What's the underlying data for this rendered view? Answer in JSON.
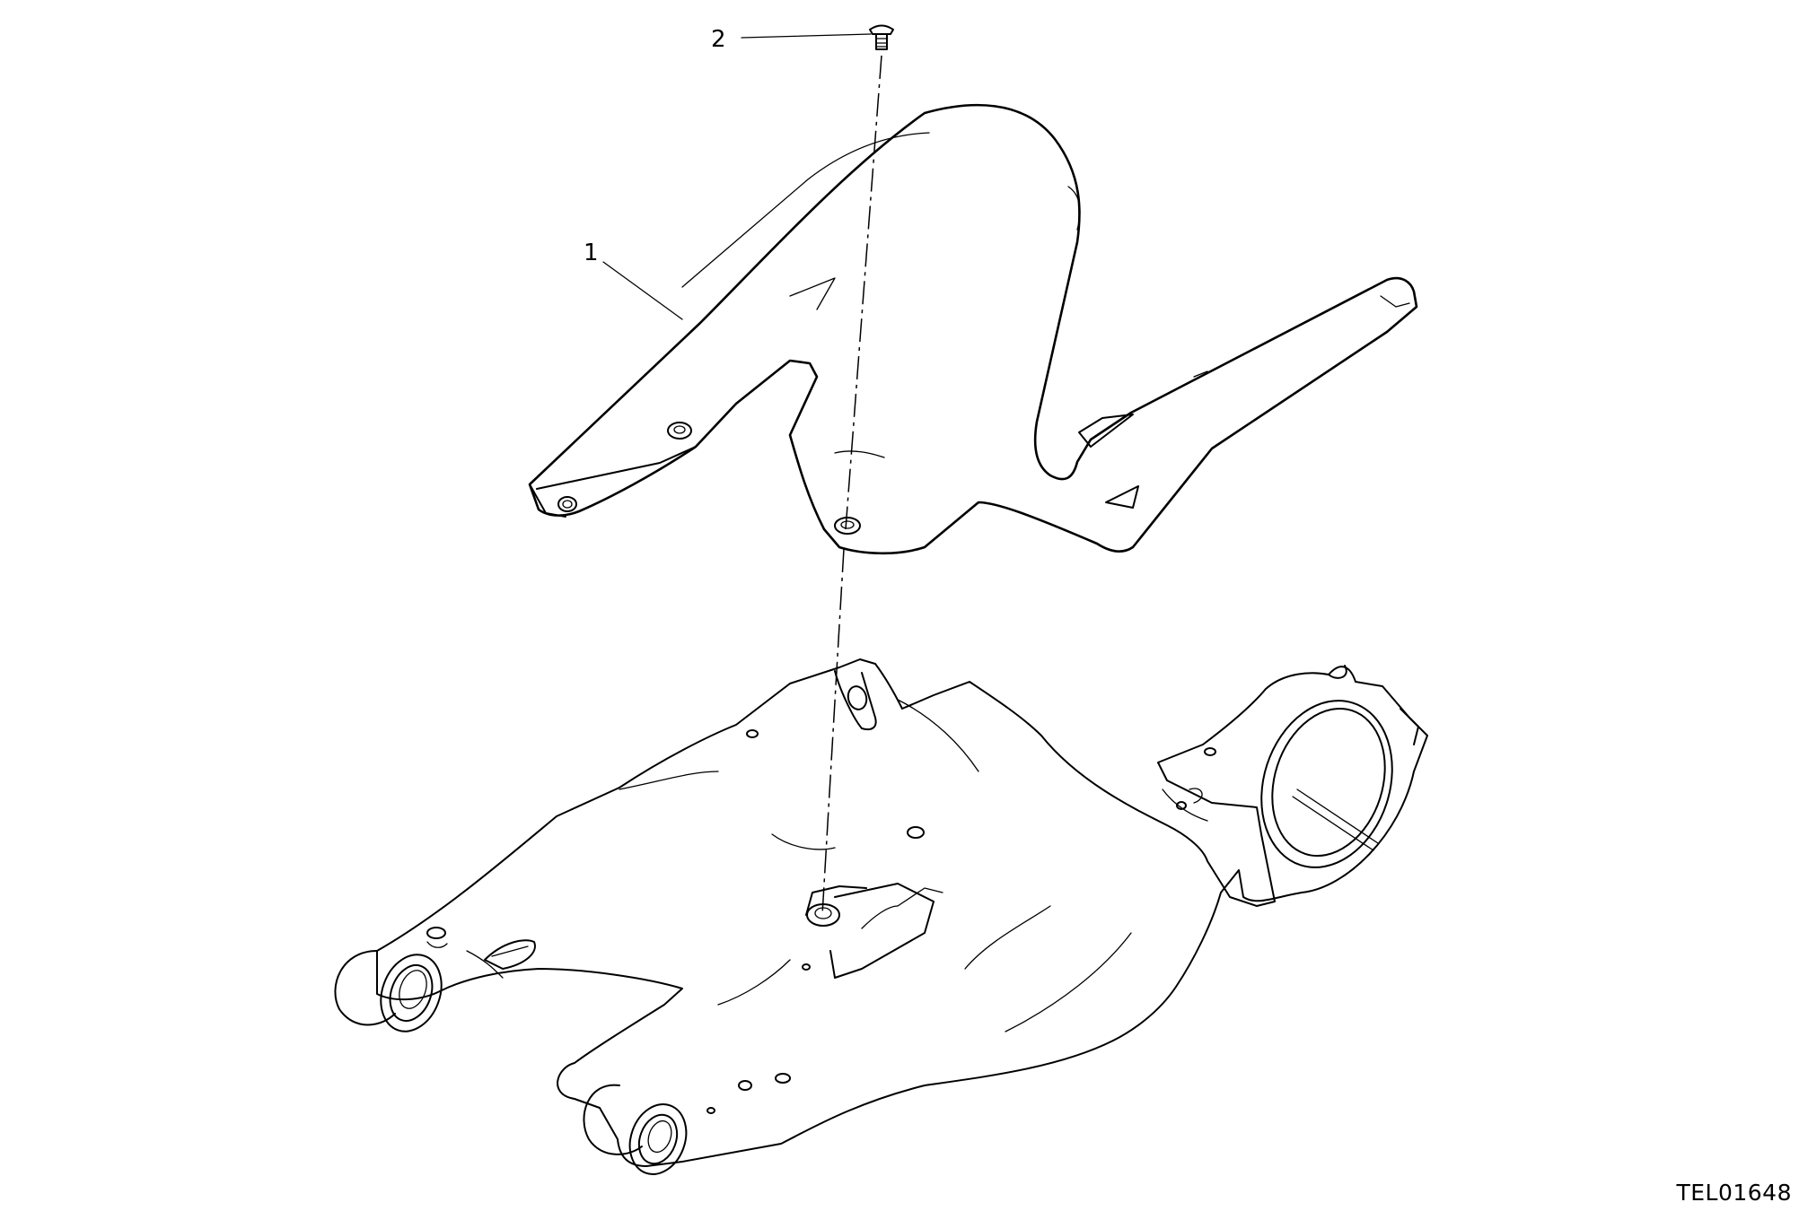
{
  "diagram": {
    "callouts": [
      {
        "number": "1",
        "part": "chain-guard"
      },
      {
        "number": "2",
        "part": "screw"
      }
    ],
    "drawing_code": "TEL01648",
    "line_color": "#000000",
    "background_color": "#ffffff"
  }
}
